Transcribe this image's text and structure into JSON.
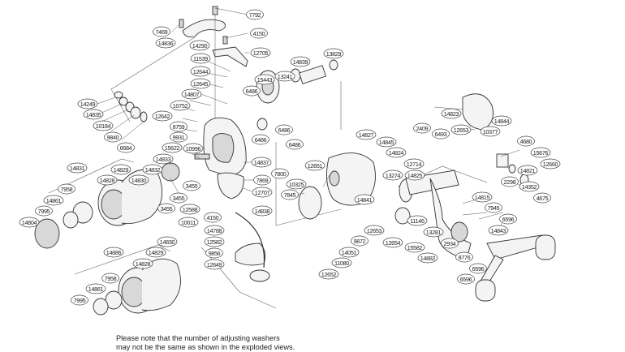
{
  "diagram": {
    "title": "Spinning reel exploded parts view",
    "note_lines": [
      "Please note that the number of adjusting washers",
      "may not be the same as shown in the exploded views."
    ],
    "part_labels": [
      {
        "id": "7792"
      },
      {
        "id": "7469"
      },
      {
        "id": "4150"
      },
      {
        "id": "14836"
      },
      {
        "id": "14290"
      },
      {
        "id": "12705"
      },
      {
        "id": "11539"
      },
      {
        "id": "12644"
      },
      {
        "id": "12645"
      },
      {
        "id": "14807"
      },
      {
        "id": "10752"
      },
      {
        "id": "12642"
      },
      {
        "id": "8759"
      },
      {
        "id": "9931"
      },
      {
        "id": "10996"
      },
      {
        "id": "15622"
      },
      {
        "id": "14837"
      },
      {
        "id": "7869"
      },
      {
        "id": "12707"
      },
      {
        "id": "6486"
      },
      {
        "id": "15443"
      },
      {
        "id": "13241"
      },
      {
        "id": "14839"
      },
      {
        "id": "13829"
      },
      {
        "id": "6486"
      },
      {
        "id": "6486"
      },
      {
        "id": "6486"
      },
      {
        "id": "7800"
      },
      {
        "id": "14249"
      },
      {
        "id": "14835"
      },
      {
        "id": "10184"
      },
      {
        "id": "9840"
      },
      {
        "id": "6684"
      },
      {
        "id": "14833"
      },
      {
        "id": "14832"
      },
      {
        "id": "14830"
      },
      {
        "id": "14829"
      },
      {
        "id": "14828"
      },
      {
        "id": "14831"
      },
      {
        "id": "7958"
      },
      {
        "id": "14861"
      },
      {
        "id": "7995"
      },
      {
        "id": "14804"
      },
      {
        "id": "3455"
      },
      {
        "id": "3455"
      },
      {
        "id": "3455"
      },
      {
        "id": "12588"
      },
      {
        "id": "10011"
      },
      {
        "id": "4150"
      },
      {
        "id": "14788"
      },
      {
        "id": "12582"
      },
      {
        "id": "9856"
      },
      {
        "id": "12649"
      },
      {
        "id": "14838"
      },
      {
        "id": "14886"
      },
      {
        "id": "14830"
      },
      {
        "id": "14829"
      },
      {
        "id": "14828"
      },
      {
        "id": "7958"
      },
      {
        "id": "14861"
      },
      {
        "id": "7995"
      },
      {
        "id": "14827"
      },
      {
        "id": "14845"
      },
      {
        "id": "12651"
      },
      {
        "id": "10325"
      },
      {
        "id": "7845"
      },
      {
        "id": "14824"
      },
      {
        "id": "12714"
      },
      {
        "id": "2409"
      },
      {
        "id": "6493"
      },
      {
        "id": "14823"
      },
      {
        "id": "12653"
      },
      {
        "id": "14844"
      },
      {
        "id": "10377"
      },
      {
        "id": "14825"
      },
      {
        "id": "13274"
      },
      {
        "id": "14841"
      },
      {
        "id": "11146"
      },
      {
        "id": "13281"
      },
      {
        "id": "2934"
      },
      {
        "id": "12653"
      },
      {
        "id": "9872"
      },
      {
        "id": "14051"
      },
      {
        "id": "11080"
      },
      {
        "id": "12652"
      },
      {
        "id": "12654"
      },
      {
        "id": "15582"
      },
      {
        "id": "14882"
      },
      {
        "id": "8776"
      },
      {
        "id": "6596"
      },
      {
        "id": "6596"
      },
      {
        "id": "4680"
      },
      {
        "id": "15676"
      },
      {
        "id": "12660"
      },
      {
        "id": "14821"
      },
      {
        "id": "2298"
      },
      {
        "id": "14352"
      },
      {
        "id": "4675"
      },
      {
        "id": "14815"
      },
      {
        "id": "7945"
      },
      {
        "id": "6596"
      },
      {
        "id": "14843"
      }
    ]
  }
}
